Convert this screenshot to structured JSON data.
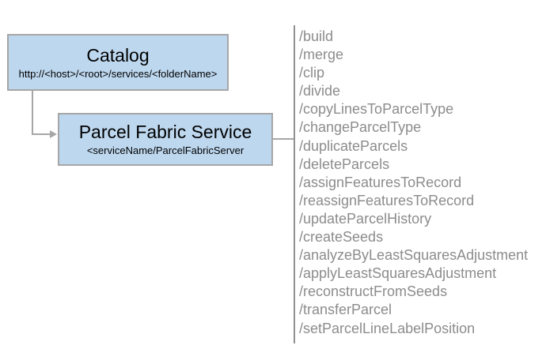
{
  "boxes": {
    "catalog": {
      "title": "Catalog",
      "subtitle": "http://<host>/<root>/services/<folderName>"
    },
    "service": {
      "title": "Parcel Fabric Service",
      "subtitle": "<serviceName/ParcelFabricServer"
    }
  },
  "endpoints": [
    "/build",
    "/merge",
    "/clip",
    "/divide",
    "/copyLinesToParcelType",
    "/changeParcelType",
    "/duplicateParcels",
    "/deleteParcels",
    "/assignFeaturesToRecord",
    "/reassignFeaturesToRecord",
    "/updateParcelHistory",
    "/createSeeds",
    "/analyzeByLeastSquaresAdjustment",
    "/applyLeastSquaresAdjustment",
    "/reconstructFromSeeds",
    "/transferParcel",
    "/setParcelLineLabelPosition"
  ],
  "colors": {
    "box_fill": "#bdd7ee",
    "box_border": "#a6a6a6",
    "connector": "#a6a6a6",
    "endpoint_text": "#8c8c8c",
    "divider": "#909090",
    "title_text": "#000000"
  }
}
